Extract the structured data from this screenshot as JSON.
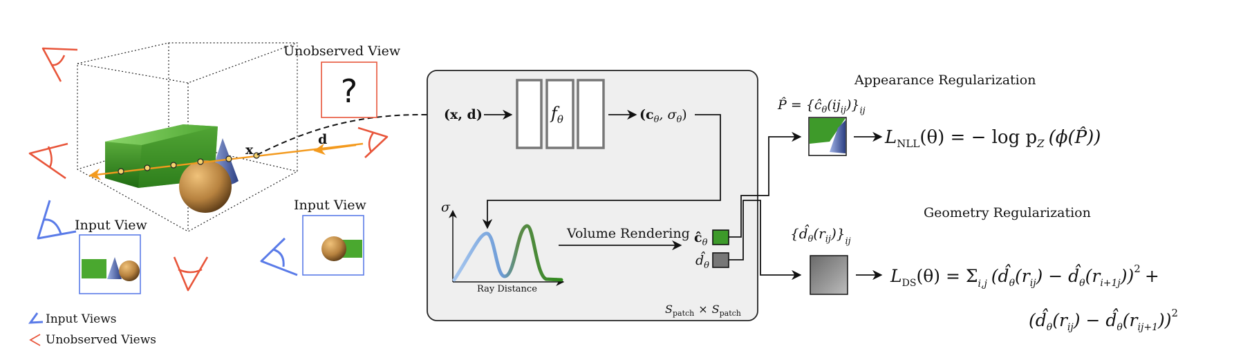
{
  "scene": {
    "unobserved_label": "Unobserved View",
    "unobserved_glyph": "?",
    "input_view_label_1": "Input View",
    "input_view_label_2": "Input View",
    "point_x": "x",
    "dir_d": "d",
    "legend_input": "Input Views",
    "legend_unobserved": "Unobserved Views"
  },
  "panel": {
    "input": "(x, d)",
    "mlp": "f",
    "mlp_sub": "θ",
    "output": "(c",
    "output_sub": "θ",
    "output_mid": ", σ",
    "output_end": ")",
    "sigma_axis": "σ",
    "ray_distance": "Ray Distance",
    "volume_rendering": "Volume Rendering",
    "color_out": "ĉ",
    "depth_out": "d̂",
    "theta": "θ",
    "patch_size": "S",
    "patch_sub": "patch",
    "times": "×"
  },
  "appearance": {
    "title": "Appearance Regularization",
    "patch_def": "P̂ = {ĉ",
    "loss_nll": "L",
    "nll_sub": "NLL",
    "nll_rhs": "(θ) = − log p",
    "nll_rhs_2": "(ϕ(P̂))",
    "z_sub": "Z"
  },
  "geometry": {
    "title": "Geometry Regularization",
    "patch_def": "{d̂",
    "ij": "ij",
    "loss_ds": "L",
    "ds_sub": "DS",
    "ds_rhs": "(θ) = Σ",
    "sum_sub": "i,j",
    "term1": "(d̂",
    "term1b": "(r",
    "term1c": ") − d̂",
    "term1d": "(r",
    "term1e": "))",
    "sub_ij": "ij",
    "sub_i1j": "i+1j",
    "sub_ij1": "ij+1",
    "sq": "2",
    "plus": "+"
  },
  "colors": {
    "input_view": "#5a7be8",
    "unobserved_view": "#e8553a",
    "ray": "#f39a1e",
    "green_box": "#3d9a2a",
    "sphere": "#c08a45",
    "cone": "#5b73b3",
    "panel_bg": "#efefef",
    "panel_border": "#222222",
    "mlp_border": "#777777",
    "curve_blue": "#7aa8e0",
    "curve_green": "#3a8a22",
    "depth_gray": "#777777"
  }
}
